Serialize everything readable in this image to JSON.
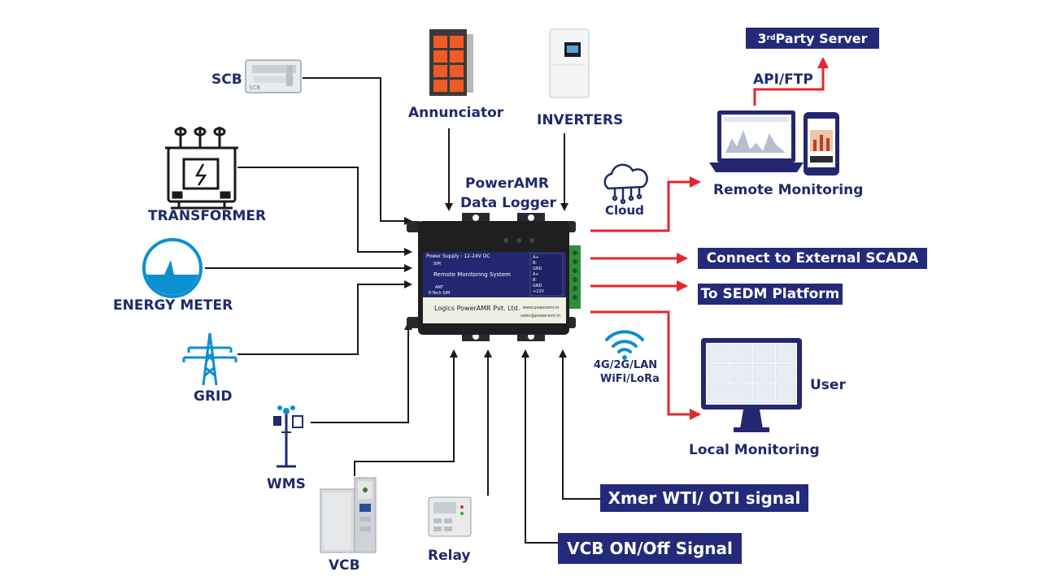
{
  "labels": {
    "scb": "SCB",
    "transformer": "TRANSFORMER",
    "energy_meter": "ENERGY METER",
    "grid": "GRID",
    "wms": "WMS",
    "vcb": "VCB",
    "relay": "Relay",
    "annunciator": "Annunciator",
    "inverters": "INVERTERS",
    "logger_line1": "PowerAMR",
    "logger_line2": "Data Logger",
    "cloud": "Cloud",
    "remote_monitoring": "Remote Monitoring",
    "api_ftp": "API/FTP",
    "third_party_server_prefix": "3",
    "third_party_server_sup": "rd",
    "third_party_server_rest": " Party Server",
    "external_scada": "Connect to External SCADA",
    "sedm": "To SEDM Platform",
    "network_line1": "4G/2G/LAN",
    "network_line2": "WiFi/LoRa",
    "user": "User",
    "local_monitoring": "Local Monitoring",
    "xmer_signal": "Xmer WTI/ OTI signal",
    "vcb_signal": "VCB ON/Off Signal"
  },
  "device": {
    "power_supply": "Power Supply : 12-24V DC",
    "sim": "SIM",
    "system_name": "Remote Monitoring System",
    "ant": "ANT",
    "etech": "E-Tech SIM",
    "company": "Logics PowerAMR Pvt. Ltd.",
    "website": "www.poweramr.in",
    "email": "sales@poweramr.in",
    "scb_device_text": "SCB",
    "terminal_labels": [
      "A+",
      "B-",
      "GND",
      "A+",
      "B-",
      "GND",
      "+12V"
    ]
  },
  "colors": {
    "navy": "#242a7a",
    "label_text": "#1f2a6b",
    "cyan": "#0a8fd1",
    "red_arrow": "#e3262f",
    "black_arrow": "#1a1a1a"
  },
  "icons": [
    "scb-icon",
    "transformer-icon",
    "energy-meter-icon",
    "grid-tower-icon",
    "weather-station-icon",
    "vcb-panel-icon",
    "relay-icon",
    "annunciator-icon",
    "inverter-icon",
    "data-logger-icon",
    "cloud-icon",
    "laptop-icon",
    "phone-icon",
    "wifi-icon",
    "monitor-icon"
  ]
}
